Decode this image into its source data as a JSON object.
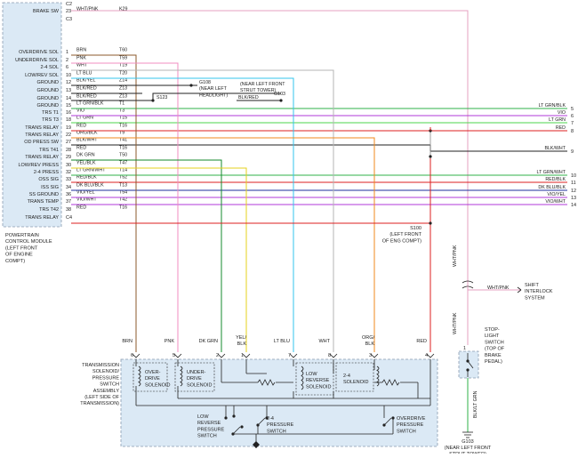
{
  "pcm": {
    "box_fill": "#dbe9f5",
    "label_lines": [
      "POWERTRAIN",
      "CONTROL MODULE",
      "(LEFT FRONT",
      "OF ENGINE",
      "COMPT)"
    ],
    "pins": [
      {
        "label": "",
        "pin": "C2"
      },
      {
        "label": "BRAKE SW",
        "pin": "23",
        "wire": "WHT/PNK",
        "circuit": "K29"
      },
      {
        "label": "",
        "pin": "C3"
      },
      {
        "label": "OVERDRIVE SOL",
        "pin": "1",
        "wire": "BRN",
        "circuit": "T60"
      },
      {
        "label": "UNDERDRIVE SOL",
        "pin": "2",
        "wire": "PNK",
        "circuit": "T59"
      },
      {
        "label": "2-4 SOL",
        "pin": "6",
        "wire": "WHT",
        "circuit": "T19"
      },
      {
        "label": "LOW/REV SOL",
        "pin": "10",
        "wire": "LT BLU",
        "circuit": "T20"
      },
      {
        "label": "GROUND",
        "pin": "12",
        "wire": "BLK/YEL",
        "circuit": "Z14"
      },
      {
        "label": "GROUND",
        "pin": "13",
        "wire": "BLK/RED",
        "circuit": "Z13"
      },
      {
        "label": "GROUND",
        "pin": "14",
        "wire": "BLK/RED",
        "circuit": "Z13"
      },
      {
        "label": "GROUND",
        "pin": "15",
        "wire": "LT GRN/BLK",
        "circuit": "T1"
      },
      {
        "label": "TRS T1",
        "pin": "16",
        "wire": "VIO",
        "circuit": "T3"
      },
      {
        "label": "TRS T3",
        "pin": "18",
        "wire": "LT GRN",
        "circuit": "T15"
      },
      {
        "label": "TRANS RELAY",
        "pin": "19",
        "wire": "RED",
        "circuit": "T16"
      },
      {
        "label": "TRANS RELAY",
        "pin": "22",
        "wire": "ORG/BLK",
        "circuit": "T9"
      },
      {
        "label": "OD PRESS SW",
        "pin": "27",
        "wire": "BLK/WHT",
        "circuit": "T41"
      },
      {
        "label": "TRS T41",
        "pin": "28",
        "wire": "RED",
        "circuit": "T16"
      },
      {
        "label": "TRANS RELAY",
        "pin": "29",
        "wire": "DK GRN",
        "circuit": "T50"
      },
      {
        "label": "LOW/REV PRESS",
        "pin": "30",
        "wire": "YEL/BLK",
        "circuit": "T47"
      },
      {
        "label": "2-4 PRESS",
        "pin": "32",
        "wire": "LT GRN/WHT",
        "circuit": "T14"
      },
      {
        "label": "OSS SIG",
        "pin": "33",
        "wire": "RED/BLK",
        "circuit": "T52"
      },
      {
        "label": "ISS SIG",
        "pin": "34",
        "wire": "DK BLU/BLK",
        "circuit": "T13"
      },
      {
        "label": "SS GROUND",
        "pin": "36",
        "wire": "VIO/YEL",
        "circuit": "T54"
      },
      {
        "label": "TRANS TEMP",
        "pin": "37",
        "wire": "VIO/WHT",
        "circuit": "T42"
      },
      {
        "label": "TRS T42",
        "pin": "38",
        "wire": "RED",
        "circuit": "T16"
      },
      {
        "label": "TRANS RELAY",
        "pin": "C4"
      }
    ]
  },
  "right_wires": [
    {
      "pin": "5",
      "label": "LT GRN/BLK"
    },
    {
      "pin": "6",
      "label": "VIO"
    },
    {
      "pin": "7",
      "label": "LT GRN"
    },
    {
      "pin": "8",
      "label": "RED"
    },
    {
      "pin": "9",
      "label": "BLK/WHT"
    },
    {
      "pin": "10",
      "label": "LT GRN/WHT"
    },
    {
      "pin": "11",
      "label": "RED/BLK"
    },
    {
      "pin": "12",
      "label": "DK BLU/BLK"
    },
    {
      "pin": "13",
      "label": "VIO/YEL"
    },
    {
      "pin": "14",
      "label": "VIO/WHT"
    }
  ],
  "grounds": {
    "g108": [
      "G108",
      "(NEAR LEFT",
      "HEADLIGHT)"
    ],
    "g103": [
      "(NEAR LEFT FRONT",
      "STRUT TOWER)",
      "G103"
    ],
    "s123": "S123",
    "blk_red": "BLK/RED"
  },
  "splice_s100": [
    "S100",
    "(LEFT FRONT",
    "OF ENG COMPT)"
  ],
  "brake": {
    "wire_vertical": "WHT/PNK",
    "wire_horizontal": "WHT/PNK",
    "shift_interlock": [
      "SHIFT",
      "INTERLOCK",
      "SYSTEM"
    ],
    "wire_lower": "WHT/PNK",
    "stoplight": [
      "STOP-",
      "LIGHT",
      "SWITCH",
      "(TOP OF",
      "BRAKE",
      "PEDAL)"
    ],
    "wire_bottom": "BLK/LT GRN",
    "pin": "1",
    "ground": [
      "G103",
      "(NEAR LEFT FRONT",
      "STRUT TOWER)"
    ]
  },
  "trans": {
    "box_fill": "#dbe9f5",
    "label_lines": [
      "TRANSMISSION",
      "SOLENOID/",
      "PRESSURE",
      "SWITCH",
      "ASSEMBLY",
      "(LEFT SIDE OF",
      "TRANSMISSION)"
    ],
    "columns": [
      {
        "wire": "BRN",
        "pin": "6"
      },
      {
        "wire": "PNK",
        "pin": "5"
      },
      {
        "wire": "DK GRN",
        "pin": "2"
      },
      {
        "wire": "YEL/ BLK",
        "pin": "1"
      },
      {
        "wire": "LT BLU",
        "pin": "7"
      },
      {
        "wire": "WHT",
        "pin": "8"
      },
      {
        "wire": "ORG/ BLK",
        "pin": "3"
      },
      {
        "wire": "RED",
        "pin": "4"
      }
    ],
    "solenoids": [
      [
        "OVER-",
        "DRIVE",
        "SOLENOID"
      ],
      [
        "UNDER-",
        "DRIVE",
        "SOLENOID"
      ],
      [
        "LOW",
        "REVERSE",
        "SOLENOID"
      ],
      [
        "2-4",
        "SOLENOID"
      ]
    ],
    "switches": [
      [
        "LOW",
        "REVERSE",
        "PRESSURE",
        "SWITCH"
      ],
      [
        "2-4",
        "PRESSURE",
        "SWITCH"
      ],
      [
        "OVERDRIVE",
        "PRESSURE",
        "SWITCH"
      ]
    ]
  },
  "colors": {
    "BRN": "#8b5a2b",
    "PNK": "#f08cc0",
    "WHT": "#b5b5b5",
    "LT BLU": "#33c4ee",
    "BLK": "#222222",
    "RED": "#dd1f1f",
    "LT GRN": "#4cd64c",
    "VIO": "#b039d9",
    "ORG": "#f08a1c",
    "DK GRN": "#148a2c",
    "YEL": "#e6d21c",
    "DK BLU": "#1c2f9c",
    "WHTPNK": "#e5a0c0"
  }
}
